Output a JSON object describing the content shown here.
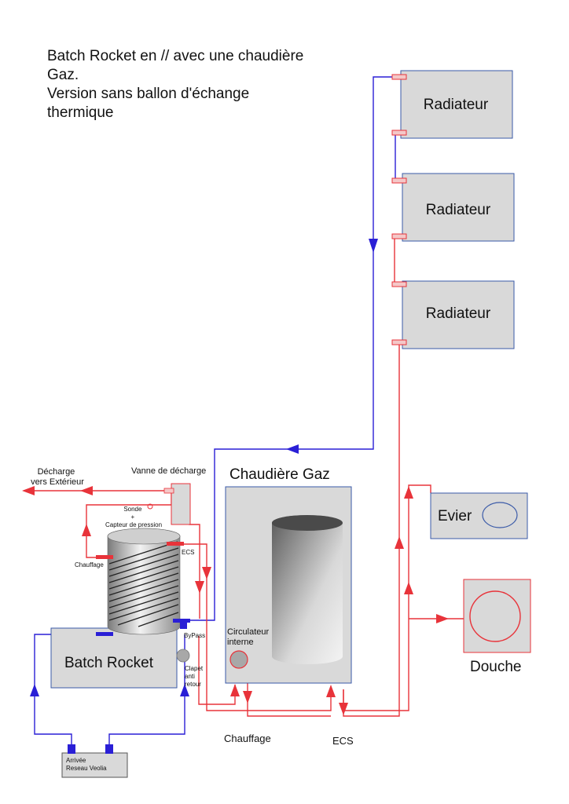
{
  "title": {
    "lines": [
      "Batch Rocket en // avec une chaudière",
      "Gaz.",
      "Version sans ballon d'échange",
      "thermique"
    ]
  },
  "radiators": [
    {
      "label": "Radiateur"
    },
    {
      "label": "Radiateur"
    },
    {
      "label": "Radiateur"
    }
  ],
  "boiler": {
    "label": "Chaudière Gaz",
    "pump_label": [
      "Circulateur",
      "interne"
    ]
  },
  "sink": {
    "label": "Evier"
  },
  "shower": {
    "label": "Douche"
  },
  "batch_rocket": {
    "label": "Batch Rocket"
  },
  "relief_valve": {
    "label": "Vanne de décharge"
  },
  "discharge": {
    "lines": [
      "Décharge",
      "vers Extérieur"
    ]
  },
  "sensor": {
    "lines": [
      "Sonde",
      "+",
      "Capteur de pression"
    ]
  },
  "tank_ports": {
    "heating": "Chauffage",
    "dhw": "ECS"
  },
  "bypass": {
    "label": "ByPass"
  },
  "check_valve": {
    "lines": [
      "Clapet",
      "anti",
      "retour"
    ]
  },
  "supply": {
    "lines": [
      "Arrivée",
      "Reseau Veolia"
    ]
  },
  "pipe_labels": {
    "heating": "Chauffage",
    "dhw": "ECS"
  },
  "colors": {
    "hot": "#e8333a",
    "cold": "#2a1fd6",
    "box_fill": "#d9d9d9",
    "box_stroke": "#3a5aa8"
  }
}
